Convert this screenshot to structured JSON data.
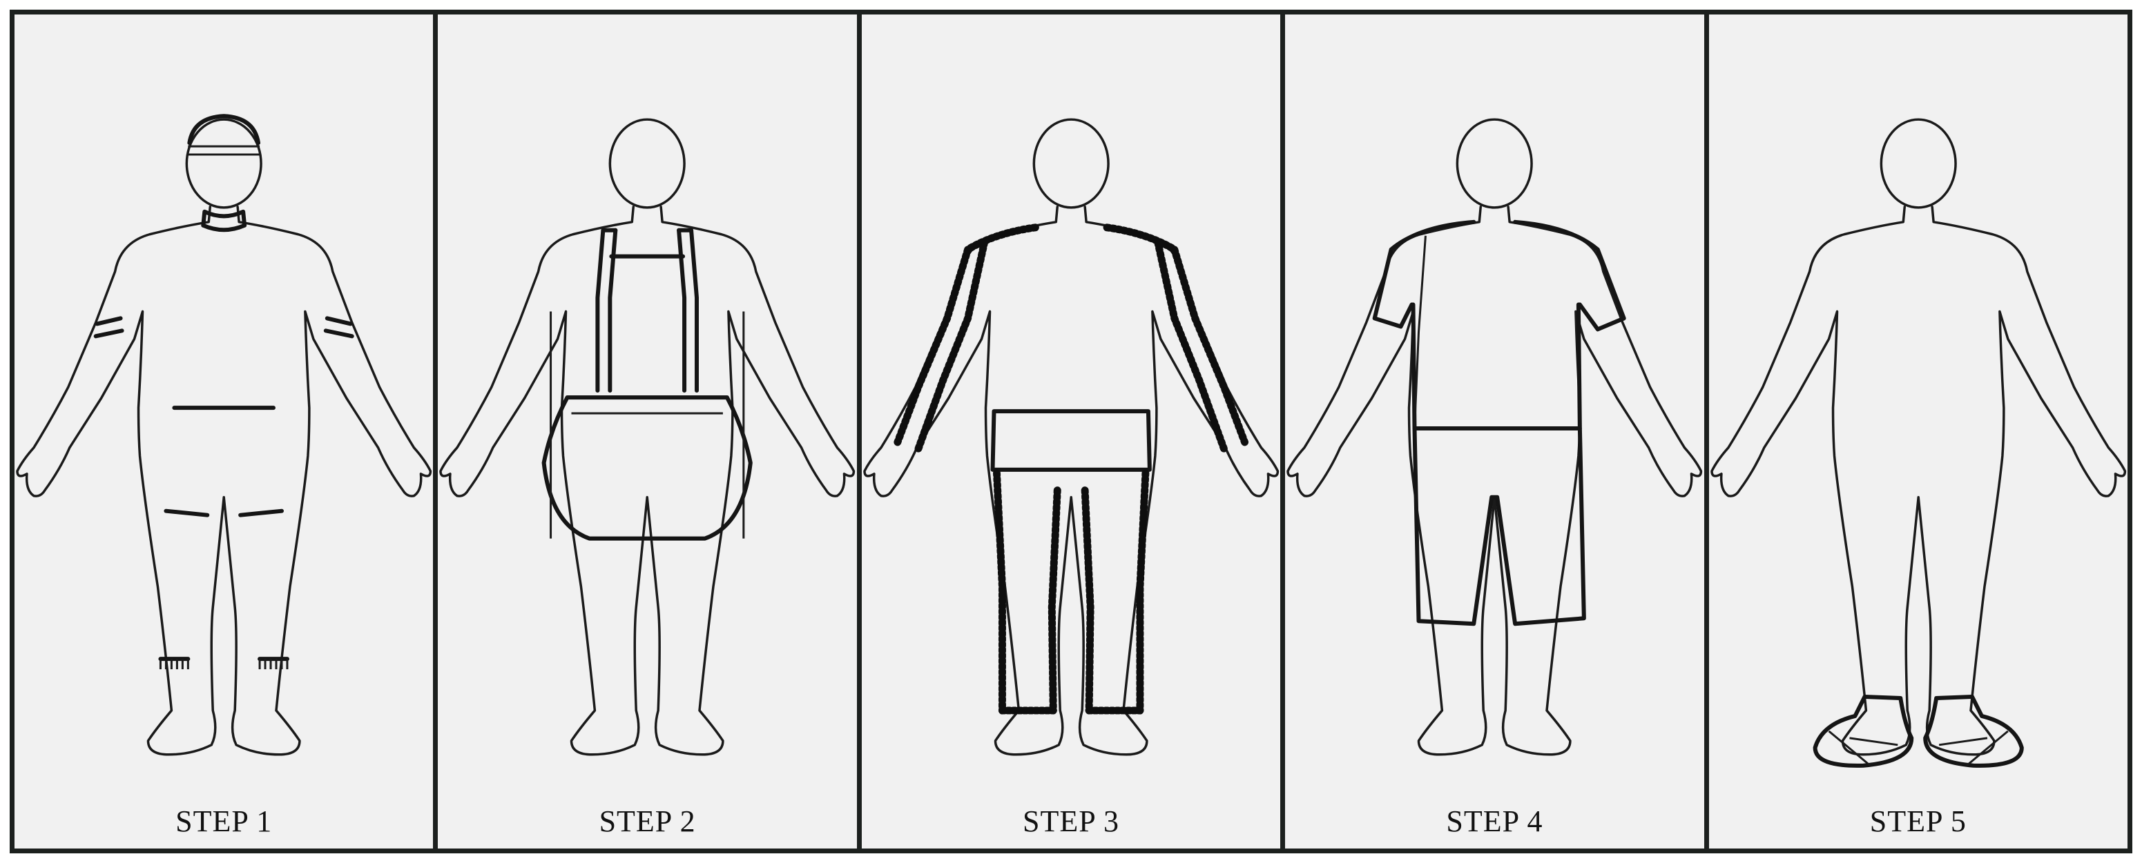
{
  "steps": [
    {
      "label": "STEP 1",
      "garment": "hood-collar-cuffs-shorts-socks"
    },
    {
      "label": "STEP 2",
      "garment": "apron"
    },
    {
      "label": "STEP 3",
      "garment": "fringed-jacket-and-pants"
    },
    {
      "label": "STEP 4",
      "garment": "shirt-and-shorts"
    },
    {
      "label": "STEP 5",
      "garment": "shoe-covers"
    }
  ],
  "colors": {
    "border": "#1c201e",
    "panel": "#f1f1f1",
    "ink": "#151515"
  }
}
